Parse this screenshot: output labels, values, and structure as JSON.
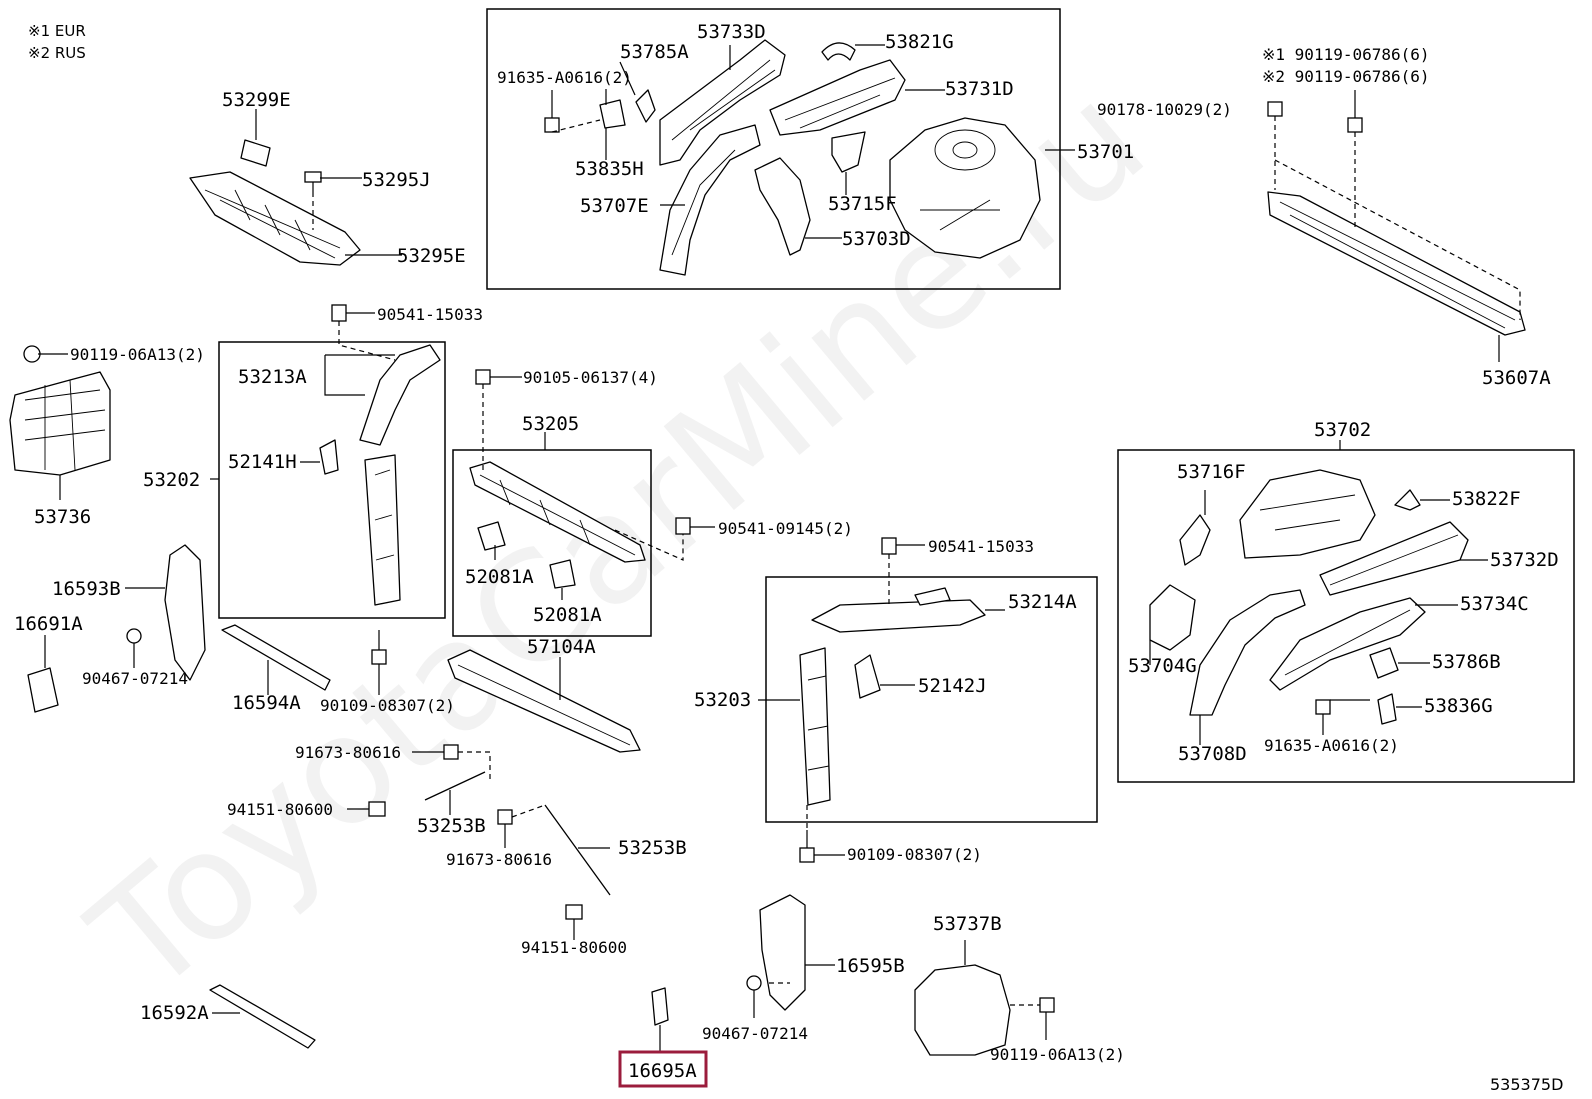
{
  "notes": [
    "※1 EUR",
    "※2 RUS"
  ],
  "reference": "535375D",
  "watermark": "ToyotaCarMine.ru",
  "highlight_color": "#9b1c3c",
  "labels": {
    "l53299E": "53299E",
    "l53295J": "53295J",
    "l53295E": "53295E",
    "l91635a": "91635-A0616(2)",
    "l53785A": "53785A",
    "l53733D": "53733D",
    "l53821G": "53821G",
    "l53731D": "53731D",
    "l53835H": "53835H",
    "l53707E": "53707E",
    "l53715F": "53715F",
    "l53703D": "53703D",
    "l53701": "53701",
    "l90119_1": "※1  90119-06786(6)",
    "l90119_2": "※2  90119-06786(6)",
    "l90178": "90178-10029(2)",
    "l53607A": "53607A",
    "l90541a": "90541-15033",
    "l90119a": "90119-06A13(2)",
    "l53213A": "53213A",
    "l52141H": "52141H",
    "l53202": "53202",
    "l53736": "53736",
    "l90105": "90105-06137(4)",
    "l53205": "53205",
    "l52081A1": "52081A",
    "l52081A2": "52081A",
    "l90541b": "90541-09145(2)",
    "l90541c": "90541-15033",
    "l53214A": "53214A",
    "l52142J": "52142J",
    "l53203": "53203",
    "l53702": "53702",
    "l53716F": "53716F",
    "l53822F": "53822F",
    "l53732D": "53732D",
    "l53734C": "53734C",
    "l53704G": "53704G",
    "l53786B": "53786B",
    "l53836G": "53836G",
    "l53708D": "53708D",
    "l91635b": "91635-A0616(2)",
    "l16593B": "16593B",
    "l16691A": "16691A",
    "l90467a": "90467-07214",
    "l16594A": "16594A",
    "l90109a": "90109-08307(2)",
    "l57104A": "57104A",
    "l91673a": "91673-80616",
    "l94151a": "94151-80600",
    "l53253B1": "53253B",
    "l91673b": "91673-80616",
    "l53253B2": "53253B",
    "l94151b": "94151-80600",
    "l90109b": "90109-08307(2)",
    "l16592A": "16592A",
    "l16695A": "16695A",
    "l90467b": "90467-07214",
    "l16595B": "16595B",
    "l53737B": "53737B",
    "l90119b": "90119-06A13(2)"
  }
}
